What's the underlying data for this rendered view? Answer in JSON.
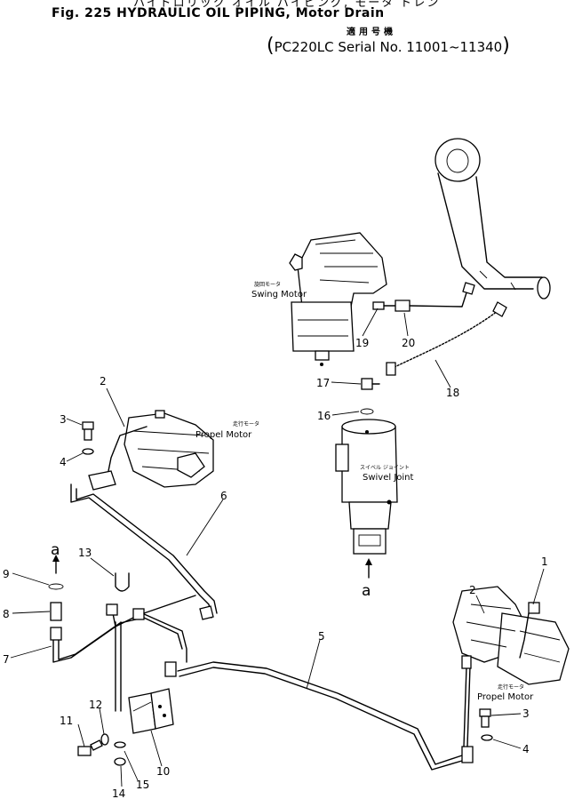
{
  "header": {
    "jp_top": "ハイドロリック オイル パイピング, モータ ドレン",
    "title": "Fig. 225  HYDRAULIC OIL PIPING, Motor Drain",
    "applic_jp": "適用号機",
    "serial_open": "(",
    "serial": "PC220LC Serial No. 11001~11340",
    "serial_close": ")"
  },
  "components": {
    "swing_motor_jp": "旋回モータ",
    "swing_motor": "Swing Motor",
    "propel_motor_jp": "走行モータ",
    "propel_motor": "Propel Motor",
    "propel_motor2_jp": "走行モータ",
    "propel_motor2": "Propel Motor",
    "swivel_joint_jp": "スイベル ジョイント",
    "swivel_joint": "Swivel Joint"
  },
  "markers": {
    "a_top": "a",
    "a_bottom": "a"
  },
  "callouts": {
    "p1": "1",
    "p2a": "2",
    "p2b": "2",
    "p3a": "3",
    "p3b": "3",
    "p4a": "4",
    "p4b": "4",
    "p5": "5",
    "p6": "6",
    "p7": "7",
    "p8": "8",
    "p9": "9",
    "p10": "10",
    "p11": "11",
    "p12": "12",
    "p13": "13",
    "p14": "14",
    "p15": "15",
    "p16": "16",
    "p17": "17",
    "p18": "18",
    "p19": "19",
    "p20": "20"
  }
}
